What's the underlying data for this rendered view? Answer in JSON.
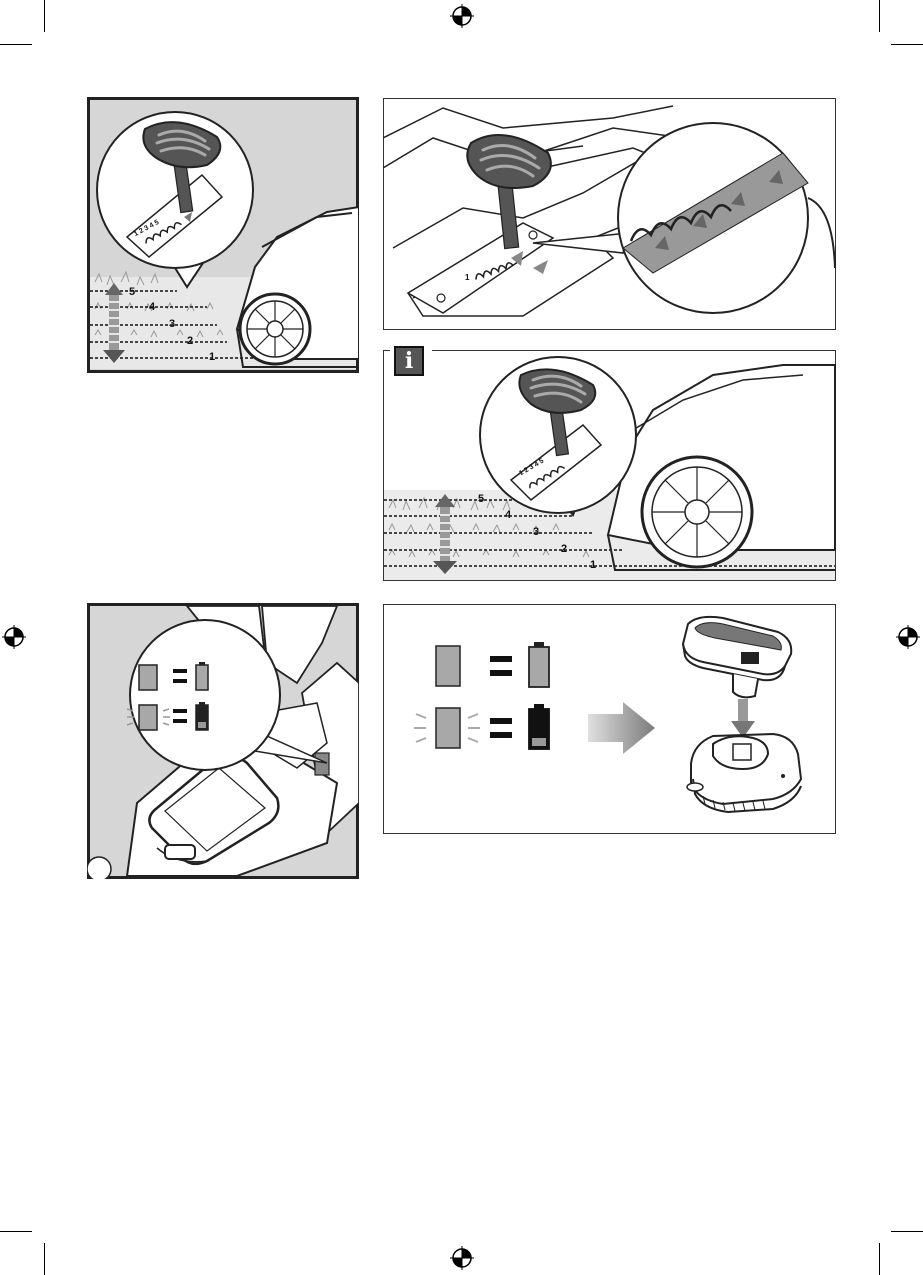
{
  "page": {
    "colors": {
      "panel_gray": "#d6d6d6",
      "frame": "#222222",
      "arrow_gray": "#8a8a8a",
      "led_gray": "#a8a8a8"
    }
  },
  "panel_top_left": {
    "height_levels": [
      "1",
      "2",
      "3",
      "4",
      "5"
    ],
    "lever_marks": "1 2 3 4 5"
  },
  "panel_top_right": {
    "lever_scale_label": "1"
  },
  "panel_info": {
    "info_icon": "i",
    "height_levels": [
      "1",
      "2",
      "3",
      "4",
      "5"
    ],
    "lever_marks": "1 2 3 4 5"
  },
  "panel_bottom_left": {
    "equals_sign": "="
  },
  "panel_bottom_right": {
    "equals_sign": "="
  }
}
